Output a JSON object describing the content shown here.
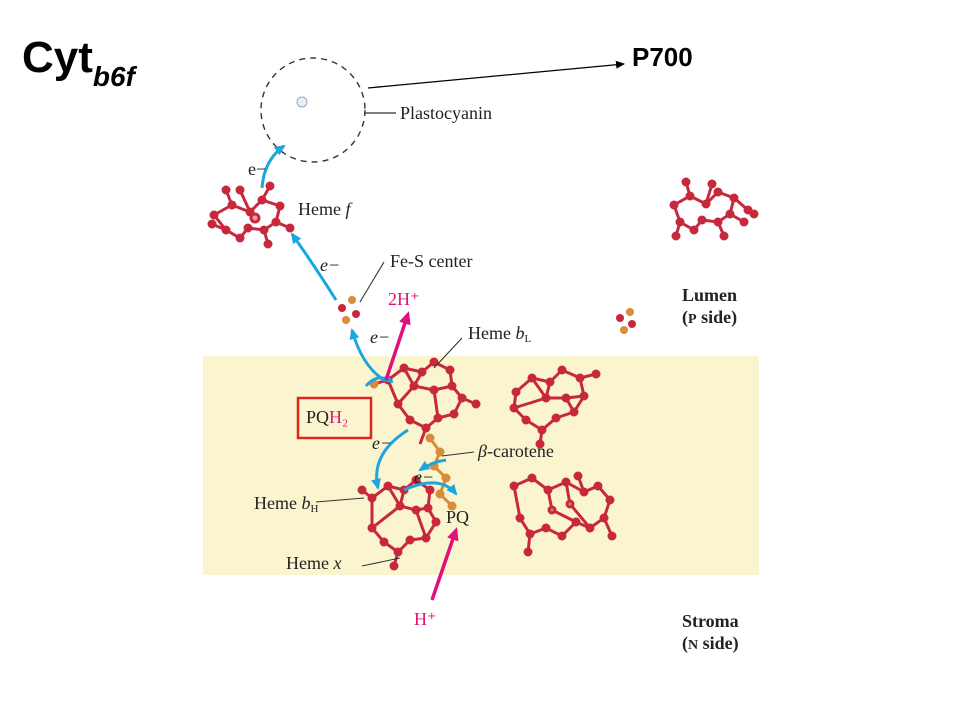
{
  "title": {
    "main": "Cyt",
    "sub": "b6f"
  },
  "p700_label": "P700",
  "labels": {
    "plastocyanin": "Plastocyanin",
    "heme_f": {
      "text": "Heme ",
      "italic": "f"
    },
    "fes_center": "Fe-S center",
    "two_h_plus": "2H⁺",
    "heme_bl": {
      "text": "Heme ",
      "italic": "b",
      "sub": "L"
    },
    "pqh2": {
      "text": "PQ",
      "magenta": "H₂"
    },
    "beta_carotene": {
      "italic": "β",
      "text": "-carotene"
    },
    "heme_bh": {
      "text": "Heme ",
      "italic": "b",
      "sub": "H"
    },
    "pq": "PQ",
    "heme_x": {
      "text": "Heme ",
      "italic": "x"
    },
    "h_plus": "H⁺",
    "lumen": {
      "line1": "Lumen",
      "line2_open": "(",
      "line2_small": "P",
      "line2_rest": " side)"
    },
    "stroma": {
      "line1": "Stroma",
      "line2_open": "(",
      "line2_small": "N",
      "line2_rest": " side)"
    },
    "electron": "e−"
  },
  "colors": {
    "membrane": "#fbf5cf",
    "electron_arrow": "#1ba6e0",
    "proton_arrow": "#e0117a",
    "highlight_box": "#e0261a",
    "molecule_red": "#c8283c",
    "molecule_orange": "#d98a3a"
  }
}
